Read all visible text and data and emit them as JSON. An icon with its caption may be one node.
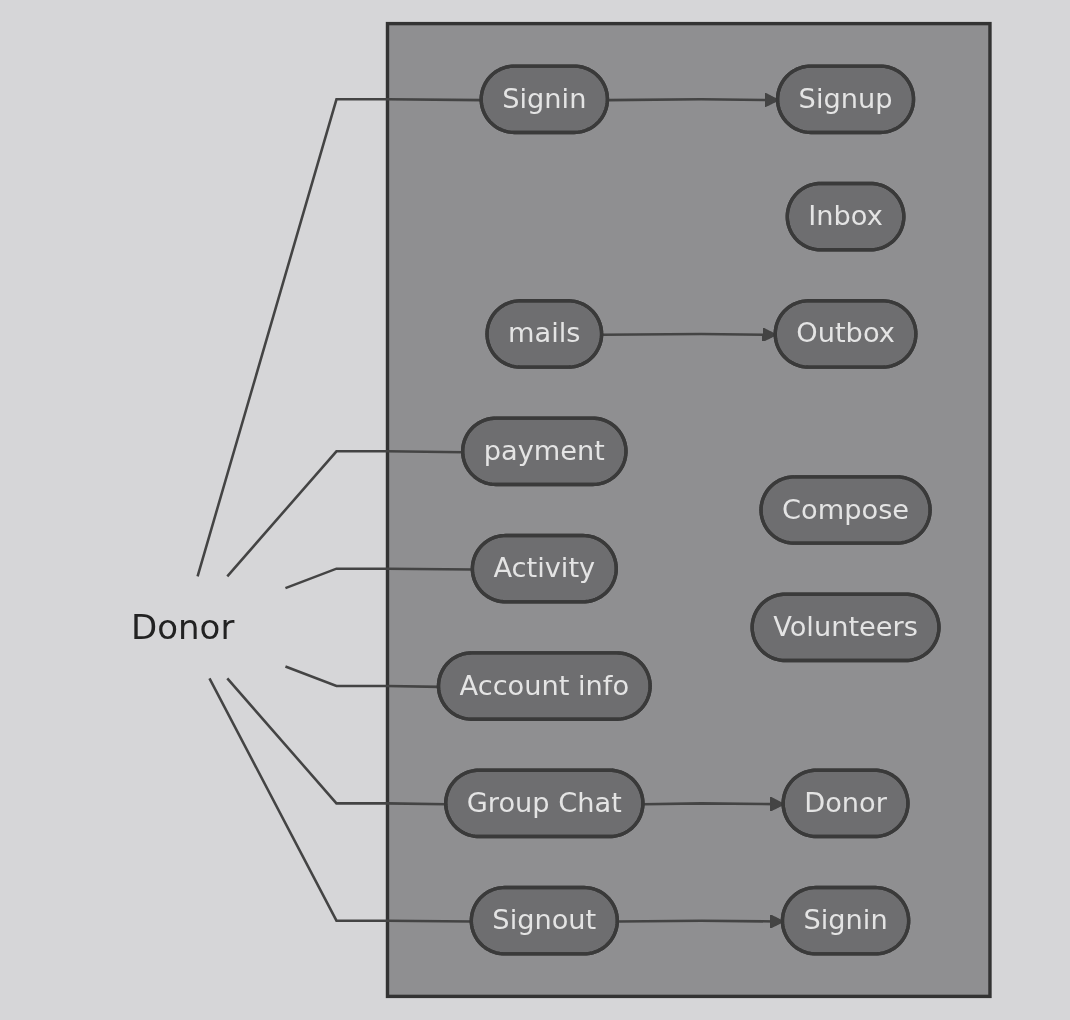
{
  "diagram": {
    "nodes": [
      {
        "text": [
          "Donor"
        ]
      },
      {
        "text": [],
        "shape": "box"
      },
      {
        "text": [
          "Signin"
        ],
        "in": 1
      },
      {
        "text": [
          "Signup"
        ],
        "in": 1
      },
      {
        "text": [
          "mails"
        ],
        "in": 1
      },
      {
        "text": [
          "payment"
        ],
        "in": 1
      },
      {
        "text": [
          "Inbox"
        ],
        "in": 1
      },
      {
        "text": [
          "Outbox"
        ],
        "in": 1
      },
      {
        "text": [
          "Activity"
        ],
        "in": 1
      },
      {
        "text": [
          "Account info"
        ],
        "in": 1
      },
      {
        "text": [
          "Compose"
        ],
        "in": 1
      },
      {
        "text": [
          "Volunteers"
        ],
        "in": 1
      },
      {
        "text": [
          "Group Chat"
        ],
        "in": 1
      },
      {
        "text": [
          "Donor"
        ],
        "in": 1
      },
      {
        "text": [
          "Signout"
        ],
        "in": 1
      },
      {
        "text": [
          "Signin"
        ],
        "in": 1
      }
    ],
    "edges": [
      {
        "from": 0,
        "to": 2,
        "arrow": "none"
      },
      {
        "from": 0,
        "to": 5,
        "arrow": "none"
      },
      {
        "from": 0,
        "to": 8,
        "arrow": "none"
      },
      {
        "from": 0,
        "to": 9,
        "arrow": "none"
      },
      {
        "from": 0,
        "to": 12,
        "arrow": "none"
      },
      {
        "from": 0,
        "to": 14,
        "arrow": "none"
      },
      {
        "from": 2,
        "to": 3,
        "arrow": "to"
      },
      {
        "from": 4,
        "to": 7,
        "arrow": "to"
      },
      {
        "from": 12,
        "to": 13,
        "arrow": "to"
      },
      {
        "from": 14,
        "to": 15,
        "arrow": "to"
      }
    ]
  }
}
